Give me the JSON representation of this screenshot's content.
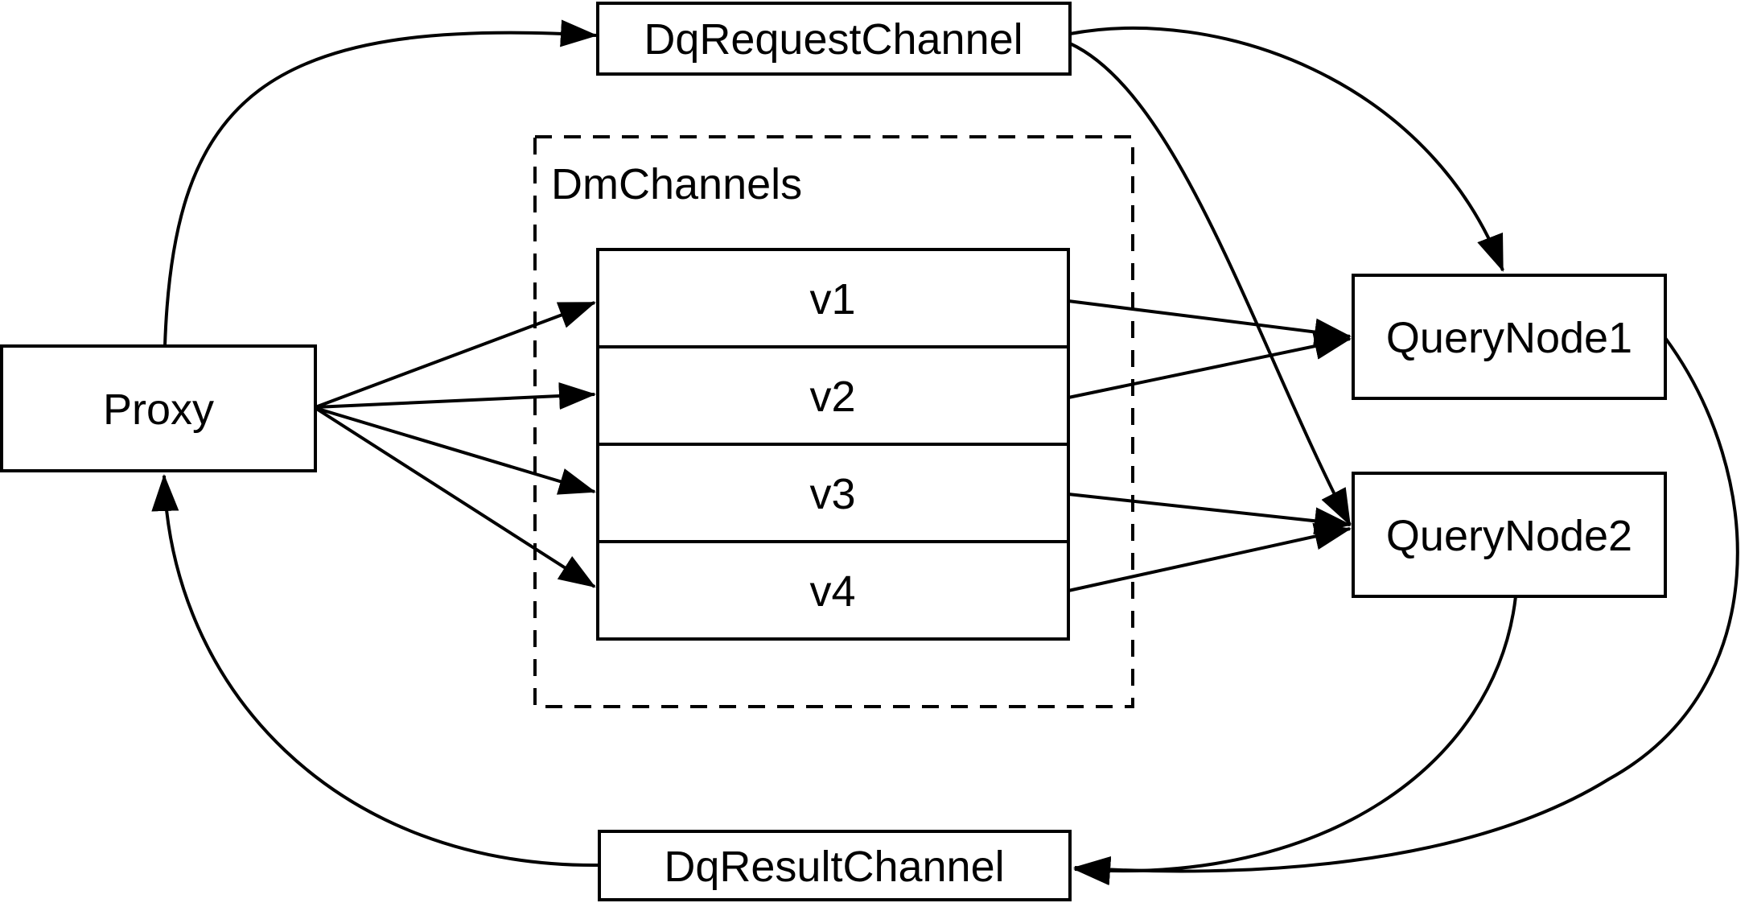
{
  "diagram": {
    "background_color": "#ffffff",
    "stroke_color": "#000000",
    "nodes": {
      "proxy": {
        "label": "Proxy"
      },
      "dq_request_channel": {
        "label": "DqRequestChannel"
      },
      "dq_result_channel": {
        "label": "DqResultChannel"
      },
      "query_node_1": {
        "label": "QueryNode1"
      },
      "query_node_2": {
        "label": "QueryNode2"
      },
      "dm_channels": {
        "label": "DmChannels",
        "channels": [
          {
            "label": "v1"
          },
          {
            "label": "v2"
          },
          {
            "label": "v3"
          },
          {
            "label": "v4"
          }
        ]
      }
    },
    "edges": [
      {
        "from": "Proxy",
        "to": "DqRequestChannel"
      },
      {
        "from": "DqRequestChannel",
        "to": "QueryNode1"
      },
      {
        "from": "DqRequestChannel",
        "to": "QueryNode2"
      },
      {
        "from": "Proxy",
        "to": "v1"
      },
      {
        "from": "Proxy",
        "to": "v2"
      },
      {
        "from": "Proxy",
        "to": "v3"
      },
      {
        "from": "Proxy",
        "to": "v4"
      },
      {
        "from": "v1",
        "to": "QueryNode1"
      },
      {
        "from": "v2",
        "to": "QueryNode1"
      },
      {
        "from": "v3",
        "to": "QueryNode2"
      },
      {
        "from": "v4",
        "to": "QueryNode2"
      },
      {
        "from": "QueryNode1",
        "to": "DqResultChannel"
      },
      {
        "from": "QueryNode2",
        "to": "DqResultChannel"
      },
      {
        "from": "DqResultChannel",
        "to": "Proxy"
      }
    ]
  }
}
